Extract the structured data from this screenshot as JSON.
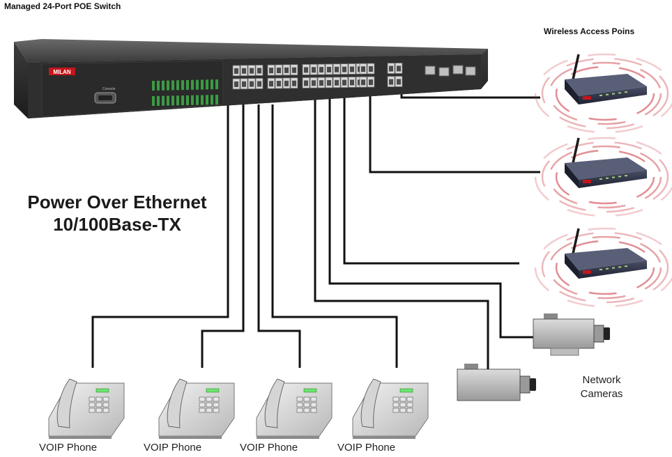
{
  "title": "Managed 24-Port POE Switch",
  "wap_label": "Wireless Access Poins",
  "headline": {
    "line1": "Power Over Ethernet",
    "line2": "10/100Base-TX"
  },
  "switch": {
    "brand": "MILAN",
    "console_label": "Console"
  },
  "phones": [
    {
      "label": "VOIP Phone"
    },
    {
      "label": "VOIP Phone"
    },
    {
      "label": "VOIP Phone"
    },
    {
      "label": "VOIP Phone"
    }
  ],
  "cameras_label": {
    "line1": "Network",
    "line2": "Cameras"
  },
  "colors": {
    "switch_body": "#2b2b2b",
    "brand_red": "#c4161c",
    "led_green": "#3fae49",
    "wifi_arc": "#c8323a",
    "cable": "#111111"
  }
}
